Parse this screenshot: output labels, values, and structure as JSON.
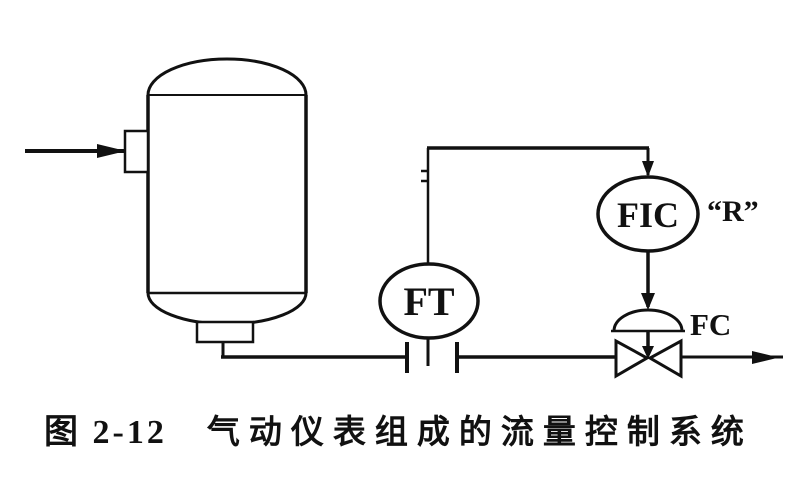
{
  "figure": {
    "number": "图 2-12",
    "title": "气动仪表组成的流量控制系统",
    "instruments": {
      "flow_transmitter": "FT",
      "flow_controller": "FIC",
      "controller_note": "“R”",
      "valve_fail_action": "FC"
    },
    "colors": {
      "ink": "#111111",
      "background": "#ffffff"
    }
  }
}
